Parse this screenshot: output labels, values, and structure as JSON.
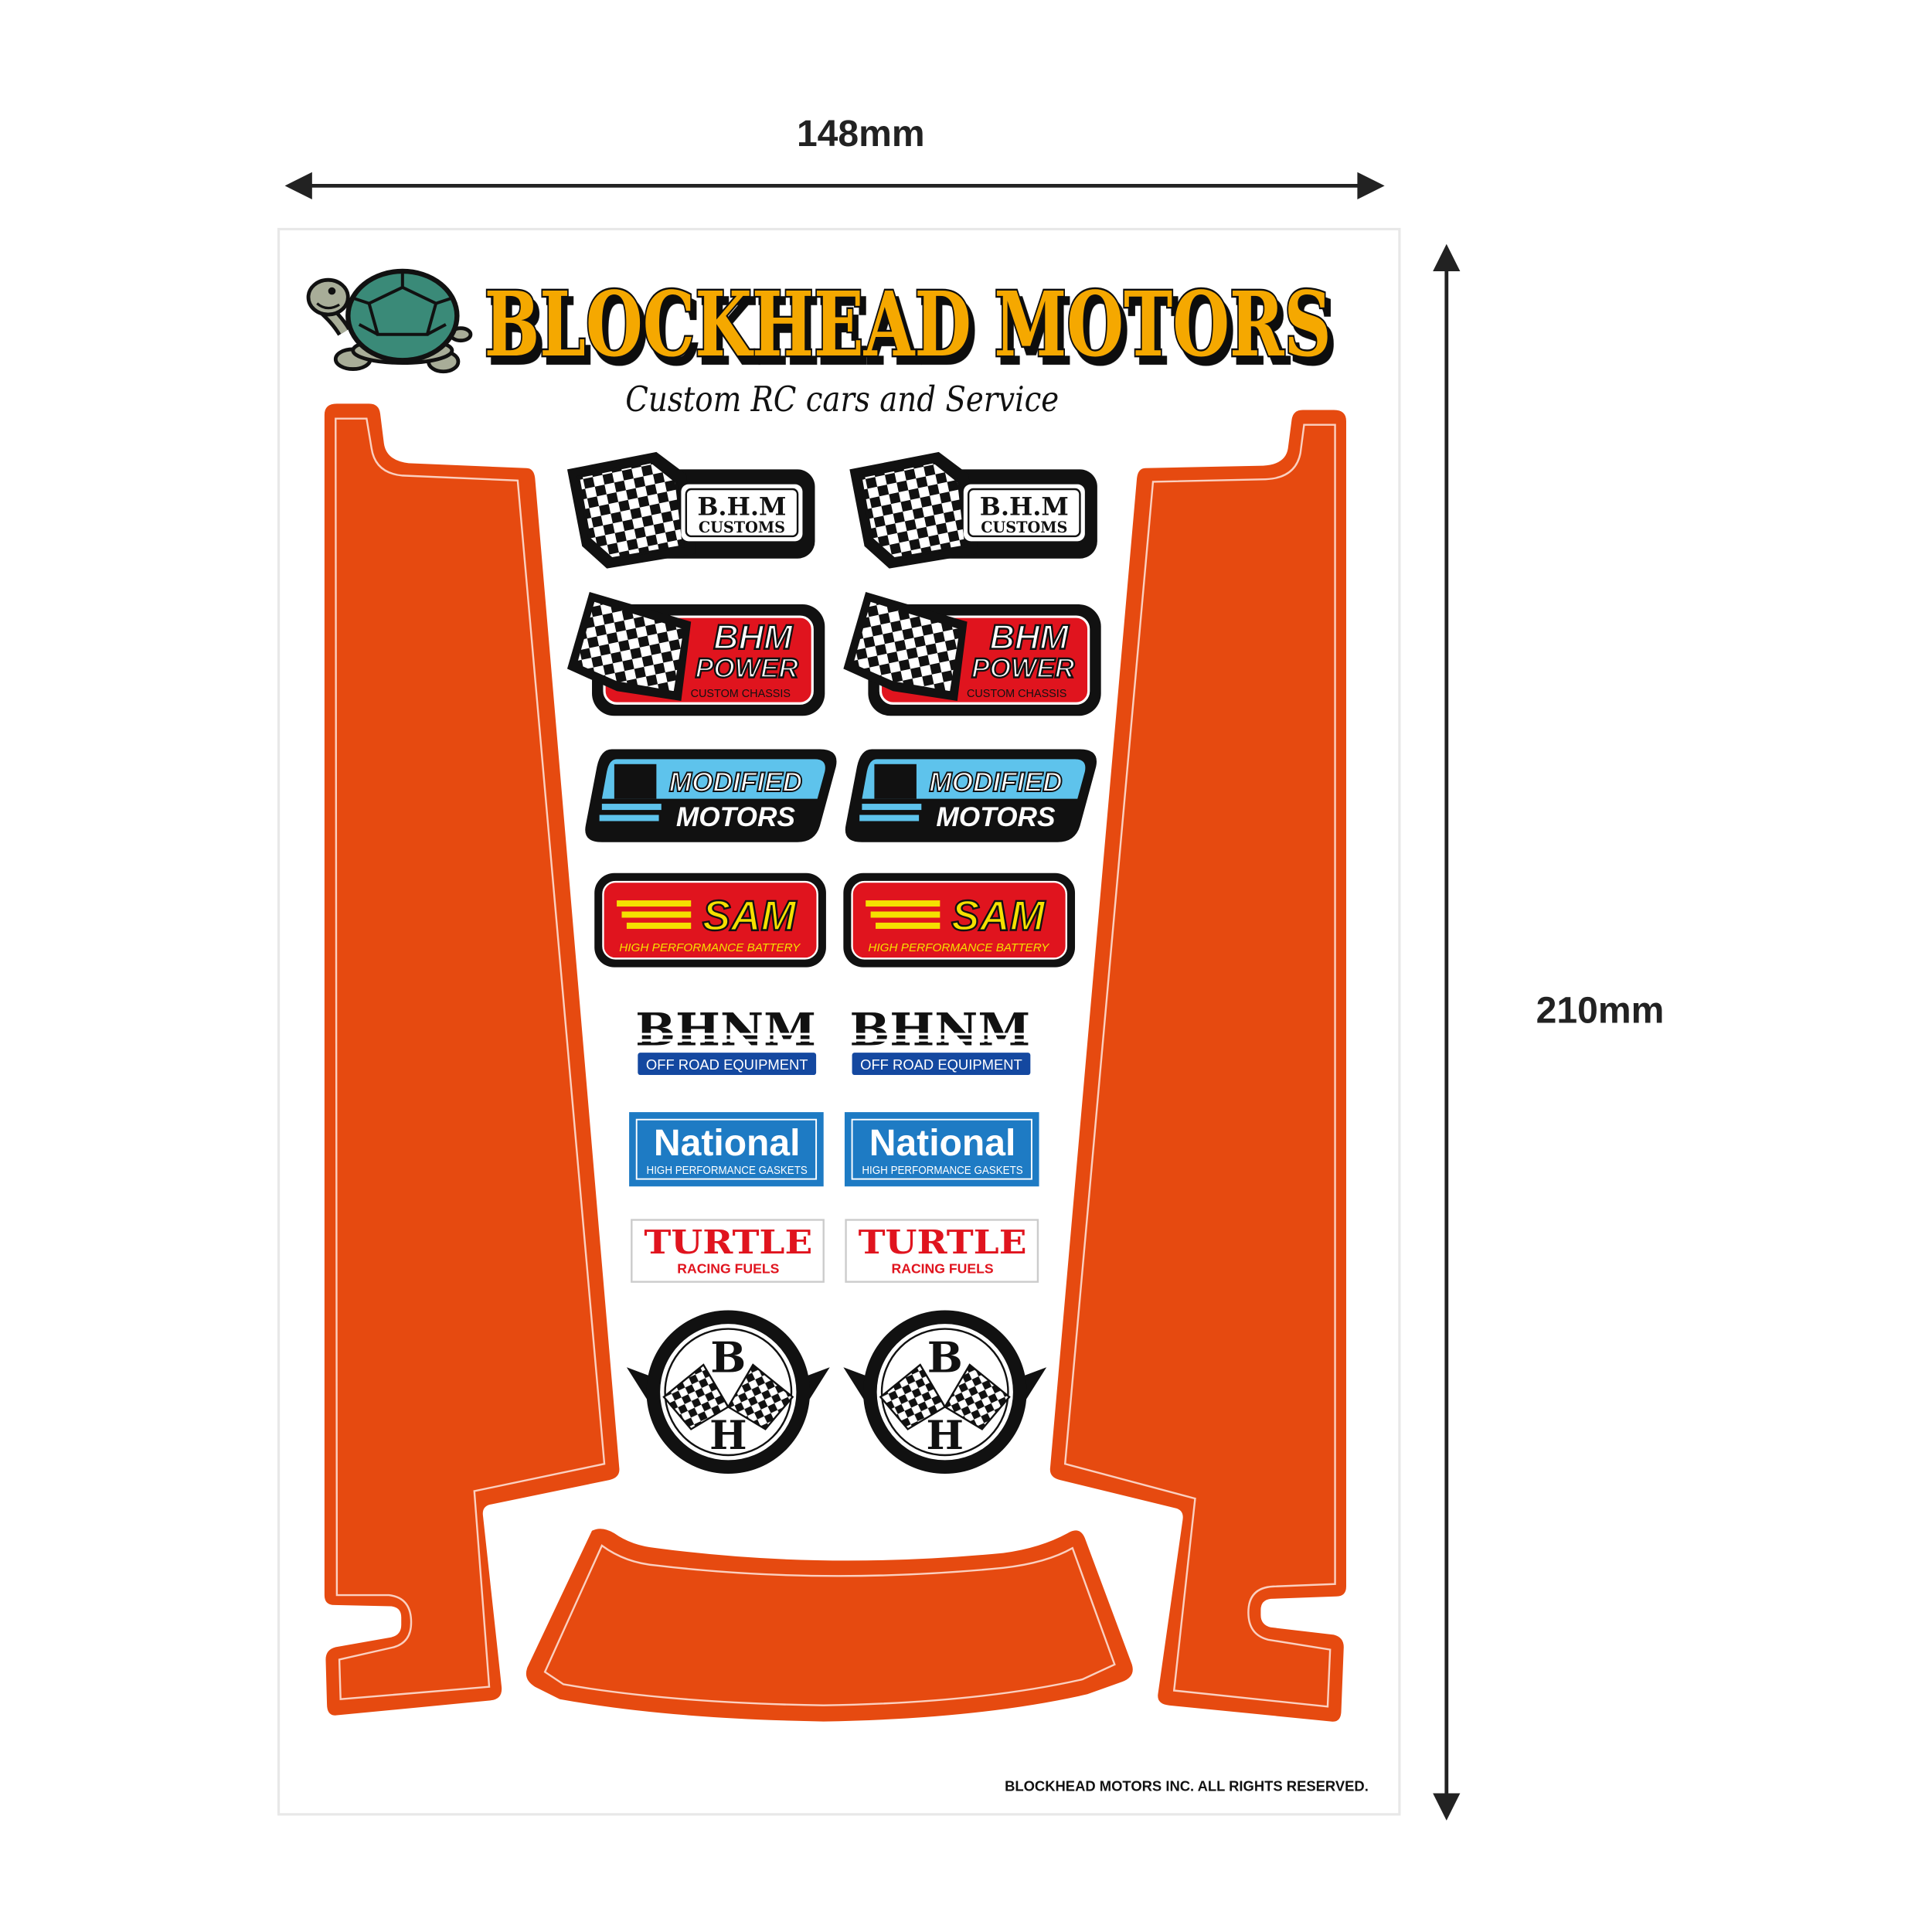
{
  "dimensions": {
    "width_label": "148mm",
    "height_label": "210mm"
  },
  "sheet": {
    "brand": "BLOCKHEAD MOTORS",
    "tagline": "Custom RC cars and Service",
    "footer": "BLOCKHEAD MOTORS INC. ALL RIGHTS RESERVED."
  },
  "stickers": {
    "bhm_customs": {
      "line1": "B.H.M",
      "line2": "CUSTOMS"
    },
    "bhm_power": {
      "line1": "BHM",
      "line2": "POWER",
      "line3": "CUSTOM CHASSIS"
    },
    "modified": {
      "line1": "MODIFIED",
      "line2": "MOTORS"
    },
    "sam": {
      "name": "SAM",
      "sub": "HIGH PERFORMANCE BATTERY"
    },
    "bhnm": {
      "name": "BHNM",
      "sub": "OFF ROAD EQUIPMENT"
    },
    "national": {
      "name": "National",
      "sub": "HIGH PERFORMANCE GASKETS"
    },
    "turtle": {
      "name": "TURTLE",
      "sub": "RACING FUELS"
    },
    "bh_emblem": {
      "top": "B",
      "bottom": "H"
    }
  },
  "colors": {
    "panel_orange": "#e64a10",
    "brand_yellow": "#f5a800",
    "power_red": "#e0141e",
    "modified_blue": "#5ec3ec",
    "national_blue": "#1e7bc4",
    "bhnm_blue": "#1448a0",
    "turtle_red": "#e0141e",
    "turtle_shell": "#3a8a78"
  }
}
